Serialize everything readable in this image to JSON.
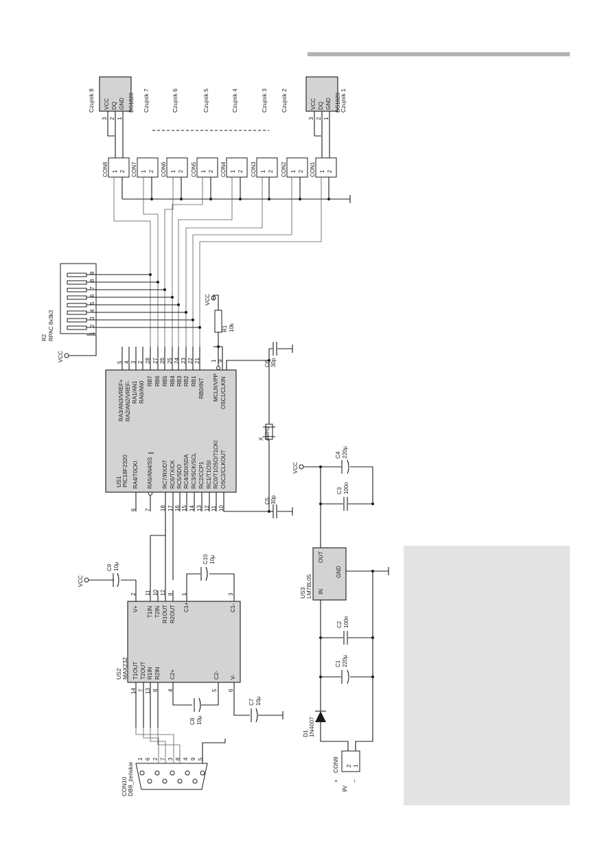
{
  "colors": {
    "ink": "#1a1a1a",
    "chip": "#d3d3d3",
    "top_bar": "#b3b3b3",
    "side_panel": "#e3e3e3"
  },
  "sensors": [
    {
      "name": "Czujnik 1",
      "part": "DS1820",
      "pins": [
        "VCC",
        "DQ",
        "GND"
      ],
      "nums": [
        "3",
        "2",
        "1"
      ]
    },
    {
      "name": "Czujnik 2"
    },
    {
      "name": "Czujnik 3"
    },
    {
      "name": "Czujnik 4"
    },
    {
      "name": "Czujnik 5"
    },
    {
      "name": "Czujnik 6"
    },
    {
      "name": "Czujnik 7"
    },
    {
      "name": "Czujnik 8",
      "part": "DS1820",
      "pins": [
        "VCC",
        "DQ",
        "GND"
      ],
      "nums": [
        "3",
        "2",
        "1"
      ]
    }
  ],
  "connectors": [
    "CON1",
    "CON2",
    "CON3",
    "CON4",
    "CON5",
    "CON6",
    "CON7",
    "CON8"
  ],
  "connector_pins": [
    "1",
    "2"
  ],
  "r2": {
    "ref": "R2",
    "value": "RPAC 8x3k3",
    "pins": [
      "1",
      "2",
      "3",
      "4",
      "5",
      "6",
      "7",
      "8",
      "9"
    ],
    "vcc": "VCC"
  },
  "r1": {
    "ref": "R1",
    "value": "10k",
    "vcc": "VCC"
  },
  "us1": {
    "ref": "US1",
    "part": "PIC18F2320",
    "left_pins": [
      {
        "name": "RA3/AN3/VREF+",
        "num": "5"
      },
      {
        "name": "RA2/AN2/VREF-",
        "num": "4"
      },
      {
        "name": "RA1/AN1",
        "num": "3"
      },
      {
        "name": "RA0/AN0",
        "num": "2"
      },
      {
        "name": "RB7",
        "num": "28"
      },
      {
        "name": "RB6",
        "num": "27"
      },
      {
        "name": "RB5",
        "num": "26"
      },
      {
        "name": "RB4",
        "num": "25"
      },
      {
        "name": "RB3",
        "num": "24"
      },
      {
        "name": "RB2",
        "num": "23"
      },
      {
        "name": "RB1",
        "num": "22"
      },
      {
        "name": "RB0/INT",
        "num": "21"
      },
      {
        "name": "MCLR/VPP",
        "num": "1"
      },
      {
        "name": "OSC1/CLKIN",
        "num": "9"
      }
    ],
    "right_pins": [
      {
        "name": "RA4/T0CKI",
        "num": "6"
      },
      {
        "name": "RA5/AN4/SS",
        "num": "7"
      },
      {
        "name": "RC7/RX/DT",
        "num": "18"
      },
      {
        "name": "RC6/TX/CK",
        "num": "17"
      },
      {
        "name": "RC5/SDO",
        "num": "16"
      },
      {
        "name": "RC4/SDI/SDA",
        "num": "15"
      },
      {
        "name": "RC3/SCK/SCL",
        "num": "14"
      },
      {
        "name": "RC2/CCP1",
        "num": "13"
      },
      {
        "name": "RC1/T1OSI",
        "num": "12"
      },
      {
        "name": "RC0/T1OSO/T1CKI",
        "num": "11"
      },
      {
        "name": "OSC2/CLKOUT",
        "num": "10"
      }
    ]
  },
  "us2": {
    "ref": "US2",
    "part": "MAX232",
    "top_pins": [
      {
        "name": "V+",
        "num": "2"
      },
      {
        "name": "T1IN",
        "num": "11"
      },
      {
        "name": "T2IN",
        "num": "10"
      },
      {
        "name": "R1OUT",
        "num": "12"
      },
      {
        "name": "R2OUT",
        "num": "9"
      },
      {
        "name": "C1+",
        "num": "1"
      },
      {
        "name": "C1-",
        "num": "3"
      }
    ],
    "bottom_pins": [
      {
        "name": "T1OUT",
        "num": "14"
      },
      {
        "name": "T2OUT",
        "num": "7"
      },
      {
        "name": "R1IN",
        "num": "13"
      },
      {
        "name": "R2IN",
        "num": "8"
      },
      {
        "name": "C2+",
        "num": "4"
      },
      {
        "name": "C2-",
        "num": "5"
      },
      {
        "name": "V-",
        "num": "6"
      }
    ]
  },
  "us3": {
    "ref": "US3",
    "part": "LM78L05",
    "pins": [
      "IN",
      "GND",
      "OUT"
    ]
  },
  "x1": {
    "ref": "X",
    "value": "4MHz"
  },
  "caps": [
    {
      "ref": "C1",
      "value": "220µ"
    },
    {
      "ref": "C2",
      "value": "100n"
    },
    {
      "ref": "C3",
      "value": "100n"
    },
    {
      "ref": "C4",
      "value": "220µ"
    },
    {
      "ref": "C5",
      "value": "30p"
    },
    {
      "ref": "C6",
      "value": "30p"
    },
    {
      "ref": "C7",
      "value": "10µ"
    },
    {
      "ref": "C8",
      "value": "10µ"
    },
    {
      "ref": "C9",
      "value": "10µ"
    },
    {
      "ref": "C10",
      "value": "10µ"
    }
  ],
  "d1": {
    "ref": "D1",
    "part": "1N4007"
  },
  "con9": {
    "ref": "CON9",
    "pins": [
      "2",
      "1"
    ],
    "plus": "+",
    "minus": "_",
    "voltage": "9V"
  },
  "con10": {
    "ref": "CON10",
    "part": "DB9_żeńskie",
    "pins": [
      "1",
      "6",
      "2",
      "7",
      "3",
      "8",
      "4",
      "9",
      "5"
    ]
  },
  "vcc_label": "VCC"
}
